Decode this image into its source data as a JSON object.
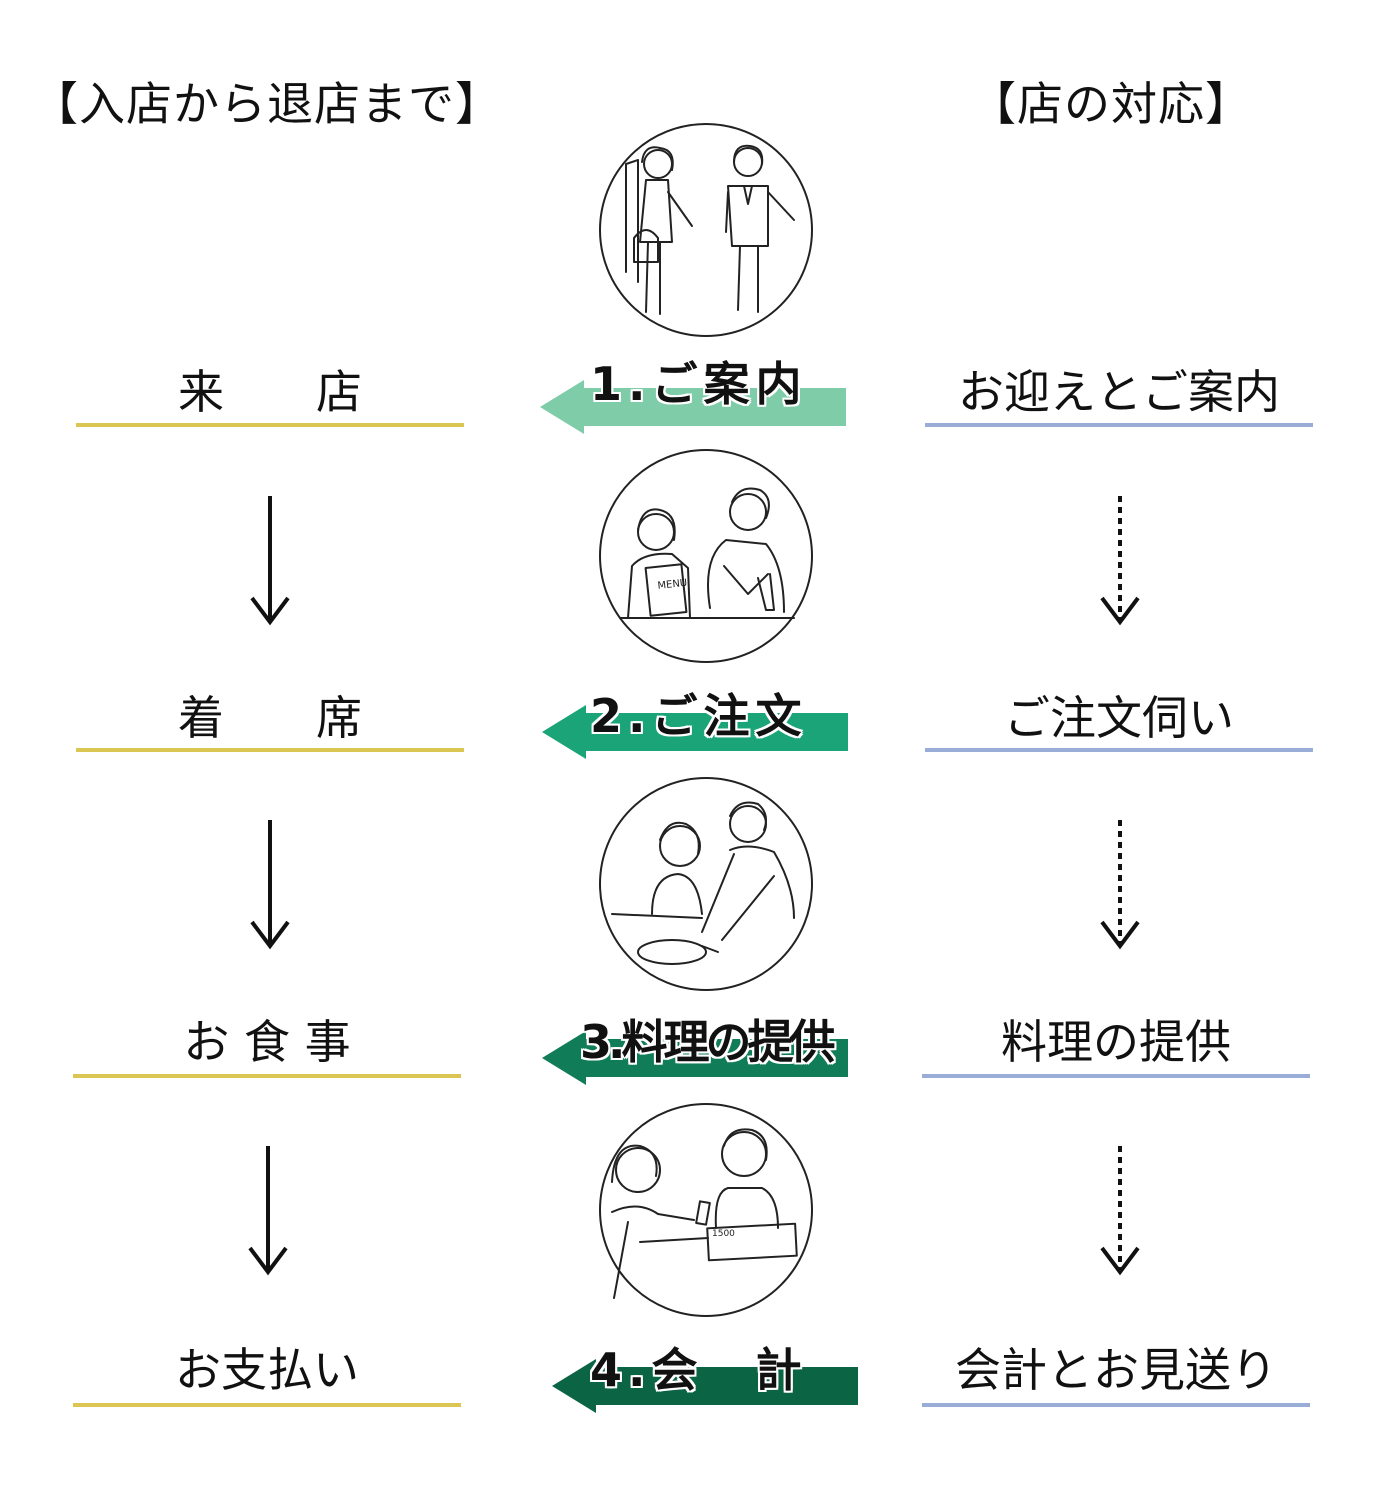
{
  "headers": {
    "left": "【入店から退店まで】",
    "right": "【店の対応】"
  },
  "customer_steps": [
    {
      "label": "来　　店"
    },
    {
      "label": "着　　席"
    },
    {
      "label": "お 食 事"
    },
    {
      "label": "お支払い"
    }
  ],
  "store_steps": [
    {
      "label": "お迎えとご案内"
    },
    {
      "label": "ご注文伺い"
    },
    {
      "label": "料理の提供"
    },
    {
      "label": "会計とお見送り"
    }
  ],
  "process_steps": [
    {
      "label": "1.ご案内",
      "color": "#7fcca9"
    },
    {
      "label": "2.ご注文",
      "color": "#1aa477"
    },
    {
      "label": "3.料理の提供",
      "color": "#117d58"
    },
    {
      "label": "4.会　計",
      "color": "#0b6544"
    }
  ],
  "illustrations": [
    {
      "icon": "greeting-guide-icon",
      "menu_text": ""
    },
    {
      "icon": "order-menu-icon",
      "menu_text": "MENU"
    },
    {
      "icon": "serving-dish-icon",
      "menu_text": ""
    },
    {
      "icon": "payment-register-icon",
      "menu_text": "1500"
    }
  ],
  "colors": {
    "customer_underline": "#dcc653",
    "store_underline": "#9aadd6",
    "arrow": "#111111"
  }
}
